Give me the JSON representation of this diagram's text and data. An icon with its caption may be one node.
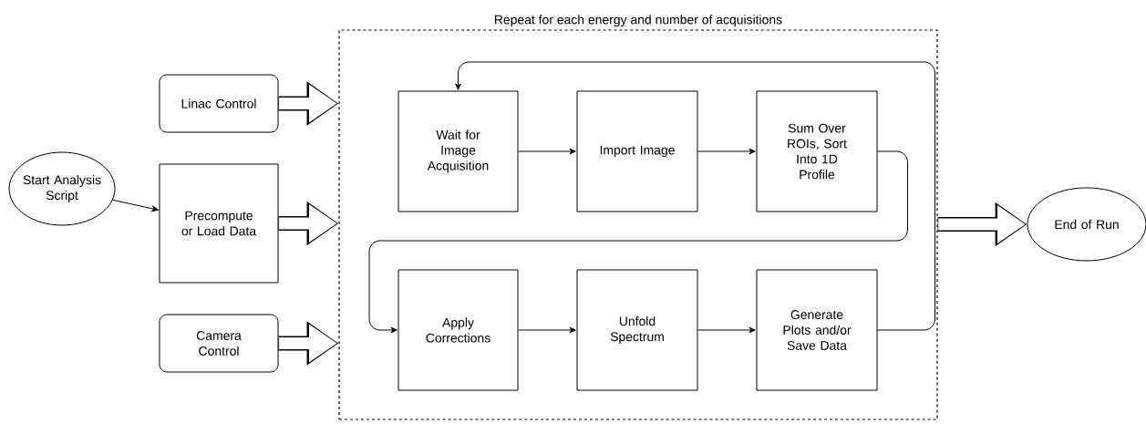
{
  "diagram": {
    "nodes": [
      {
        "text": [
          "Repeat for each energy and number of acquisitions"
        ]
      },
      {
        "text": [
          "Start Analysis Script"
        ]
      },
      {
        "text": [
          "Linac Control"
        ]
      },
      {
        "text": [
          "Precompute or Load Data"
        ]
      },
      {
        "text": [
          "Camera Control"
        ]
      },
      {
        "text": [
          "Wait for Image Acquisition"
        ],
        "in": 0
      },
      {
        "text": [
          "Import Image"
        ],
        "in": 0
      },
      {
        "text": [
          "Sum Over ROIs, Sort Into 1D Profile"
        ],
        "in": 0
      },
      {
        "text": [
          "Apply Corrections"
        ],
        "in": 0
      },
      {
        "text": [
          "Unfold Spectrum"
        ],
        "in": 0
      },
      {
        "text": [
          "Generate Plots and/or Save Data"
        ],
        "in": 0
      },
      {
        "text": [
          "End of Run"
        ]
      }
    ],
    "edges": [
      {
        "from": 1,
        "to": 3,
        "arrow": "to"
      },
      {
        "from": 2,
        "to": 0,
        "arrow": "to",
        "style": "thick",
        "color": "#ffffff"
      },
      {
        "from": 3,
        "to": 0,
        "arrow": "to",
        "style": "thick",
        "color": "#ffffff"
      },
      {
        "from": 4,
        "to": 0,
        "arrow": "to",
        "style": "thick",
        "color": "#ffffff"
      },
      {
        "from": 5,
        "to": 6,
        "arrow": "to"
      },
      {
        "from": 6,
        "to": 7,
        "arrow": "to"
      },
      {
        "from": 7,
        "to": 8,
        "arrow": "to"
      },
      {
        "from": 8,
        "to": 9,
        "arrow": "to"
      },
      {
        "from": 9,
        "to": 10,
        "arrow": "to"
      },
      {
        "from": 10,
        "to": 5,
        "arrow": "to"
      },
      {
        "from": 0,
        "to": 11,
        "arrow": "to",
        "style": "thick",
        "color": "#ffffff"
      }
    ]
  }
}
